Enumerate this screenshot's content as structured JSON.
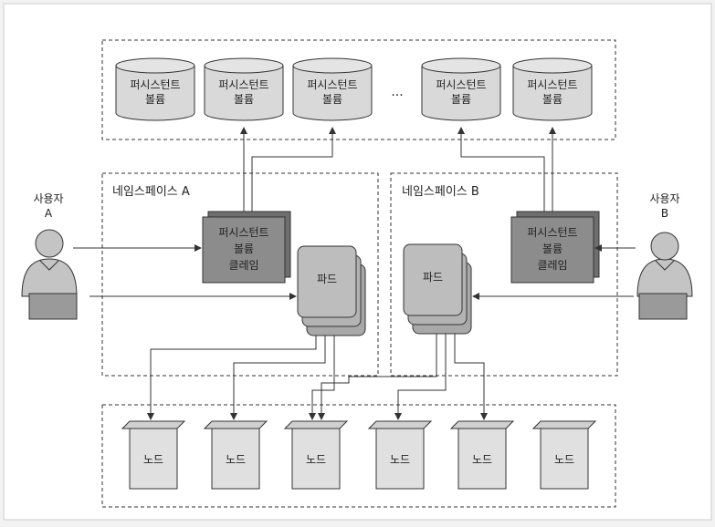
{
  "volumes": {
    "label_line1": "퍼시스턴트",
    "label_line2": "볼륨",
    "ellipsis": "..."
  },
  "namespaces": {
    "a": {
      "title": "네임스페이스 A"
    },
    "b": {
      "title": "네임스페이스 B"
    }
  },
  "users": {
    "a": {
      "line1": "사용자",
      "line2": "A"
    },
    "b": {
      "line1": "사용자",
      "line2": "B"
    }
  },
  "claims": {
    "line1": "퍼시스턴트",
    "line2": "볼륨",
    "line3": "클레임"
  },
  "pods": {
    "label": "파드"
  },
  "nodes": {
    "label": "노드"
  },
  "colors": {
    "volume_fill": "#d9d9d9",
    "claim_fill": "#8c8c8c",
    "pod_fill": "#bdbdbd",
    "node_fill": "#e0e0e0",
    "line": "#333333"
  }
}
